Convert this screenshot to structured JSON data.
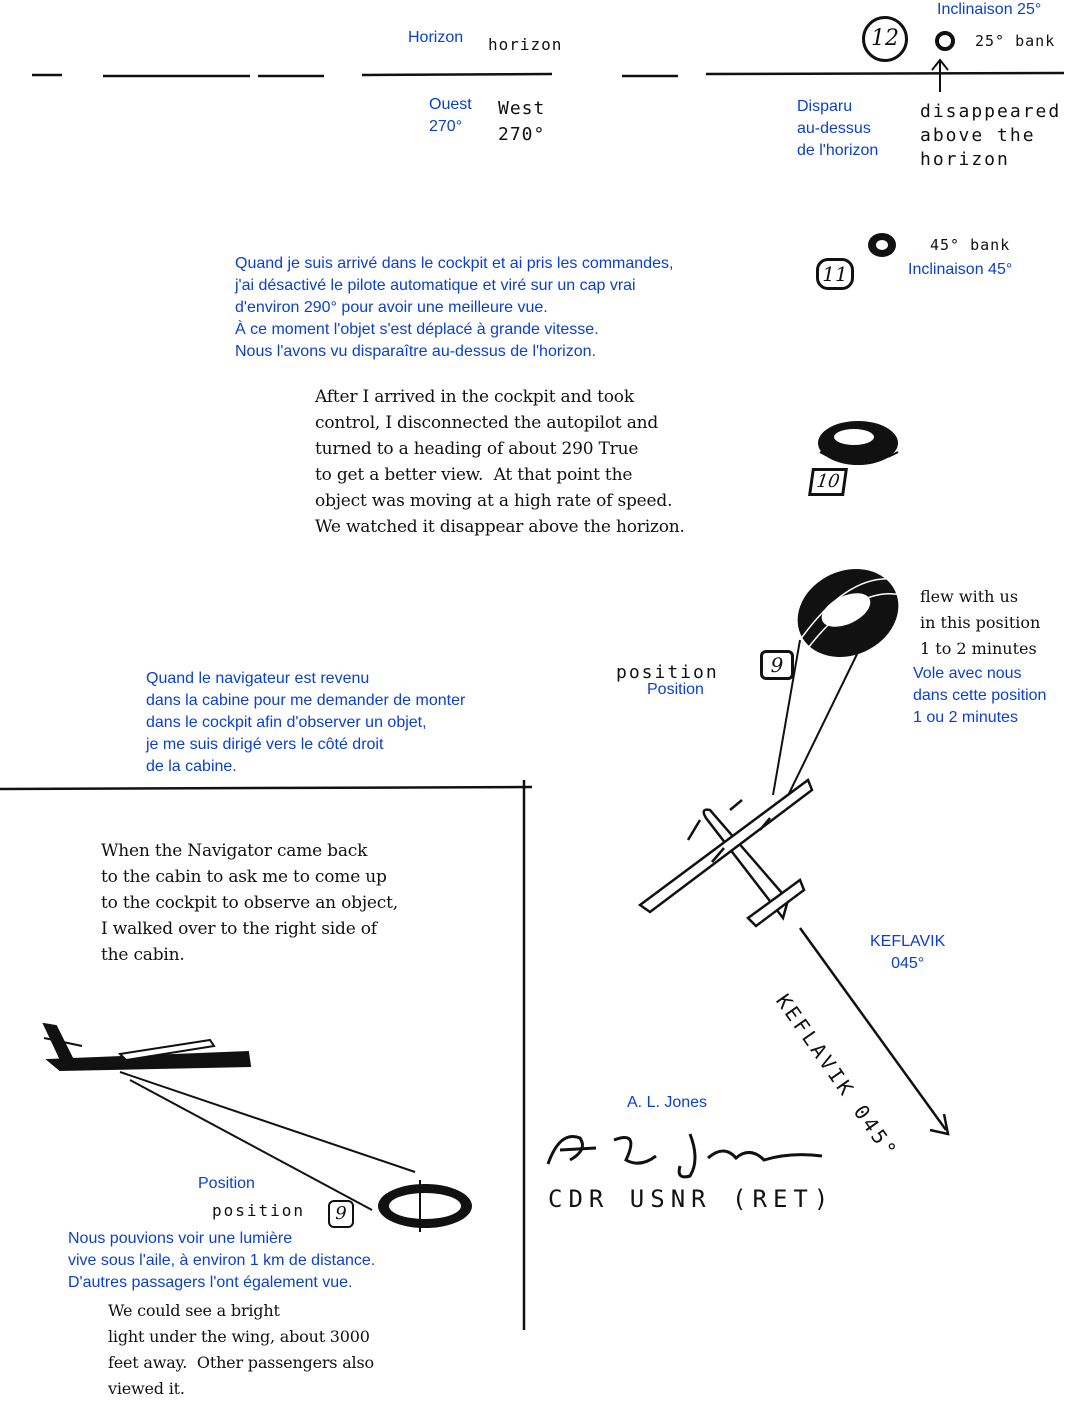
{
  "translation": {
    "horizon": "Horizon",
    "bank25": "Inclinaison 25°",
    "west": "Ouest\n270°",
    "disappeared": "Disparu\nau-dessus\nde l'horizon",
    "cockpit_paragraph": "Quand je suis arrivé dans le cockpit et ai pris les commandes,\nj'ai désactivé le pilote automatique et viré sur un cap vrai\nd'environ 290° pour avoir une meilleure vue.\nÀ ce moment l'objet s'est déplacé à grande vitesse.\nNous l'avons vu disparaître au-dessus de l'horizon.",
    "bank45": "Inclinaison 45°",
    "flew_with_us": "Vole avec nous\ndans cette position\n1 ou 2 minutes",
    "position_top": "Position",
    "navigator_paragraph": "Quand le navigateur est revenu\ndans la cabine pour me demander de monter\ndans le cockpit afin d'observer un objet,\nje me suis dirigé vers le côté droit\nde la cabine.",
    "keflavik": "KEFLAVIK\n045°",
    "signature_name": "A. L. Jones",
    "position_bottom": "Position",
    "light_paragraph": "Nous pouvions voir une lumière\nvive sous l'aile, à environ 1 km de distance.\nD'autres passagers l'ont également vue."
  },
  "original": {
    "horizon": "horizon",
    "bank25": "25° bank",
    "west": "West\n270°",
    "disappeared": "disappeared\nabove the\nhorizon",
    "bank45": "45° bank",
    "cockpit_paragraph": "After I arrived in the cockpit and took\ncontrol, I disconnected the autopilot and\nturned to a heading of about 290 True\nto get a better view.  At that point the\nobject was moving at a high rate of speed.\nWe watched it disappear above the horizon.",
    "flew_with_us": "flew with us\nin this position\n1 to 2 minutes",
    "position_top": "position",
    "navigator_paragraph": "When the Navigator came back\nto the cabin to ask me to come up\nto the cockpit to observe an object,\nI walked over to the right side of\nthe cabin.",
    "keflavik": "KEFLAVIK 045°",
    "signature_name": "A. L. Jones",
    "signature_rank": "CDR USNR (RET)",
    "position_bottom": "position",
    "light_paragraph": "We could see a bright\nlight under the wing, about 3000\nfeet away.  Other passengers also\nviewed it."
  },
  "markers": {
    "m12": "12",
    "m11": "11",
    "m10": "10",
    "m9a": "9",
    "m9b": "9"
  },
  "colors": {
    "translation_text": "#0a3fd6",
    "ink": "#111111",
    "background": "#ffffff"
  }
}
